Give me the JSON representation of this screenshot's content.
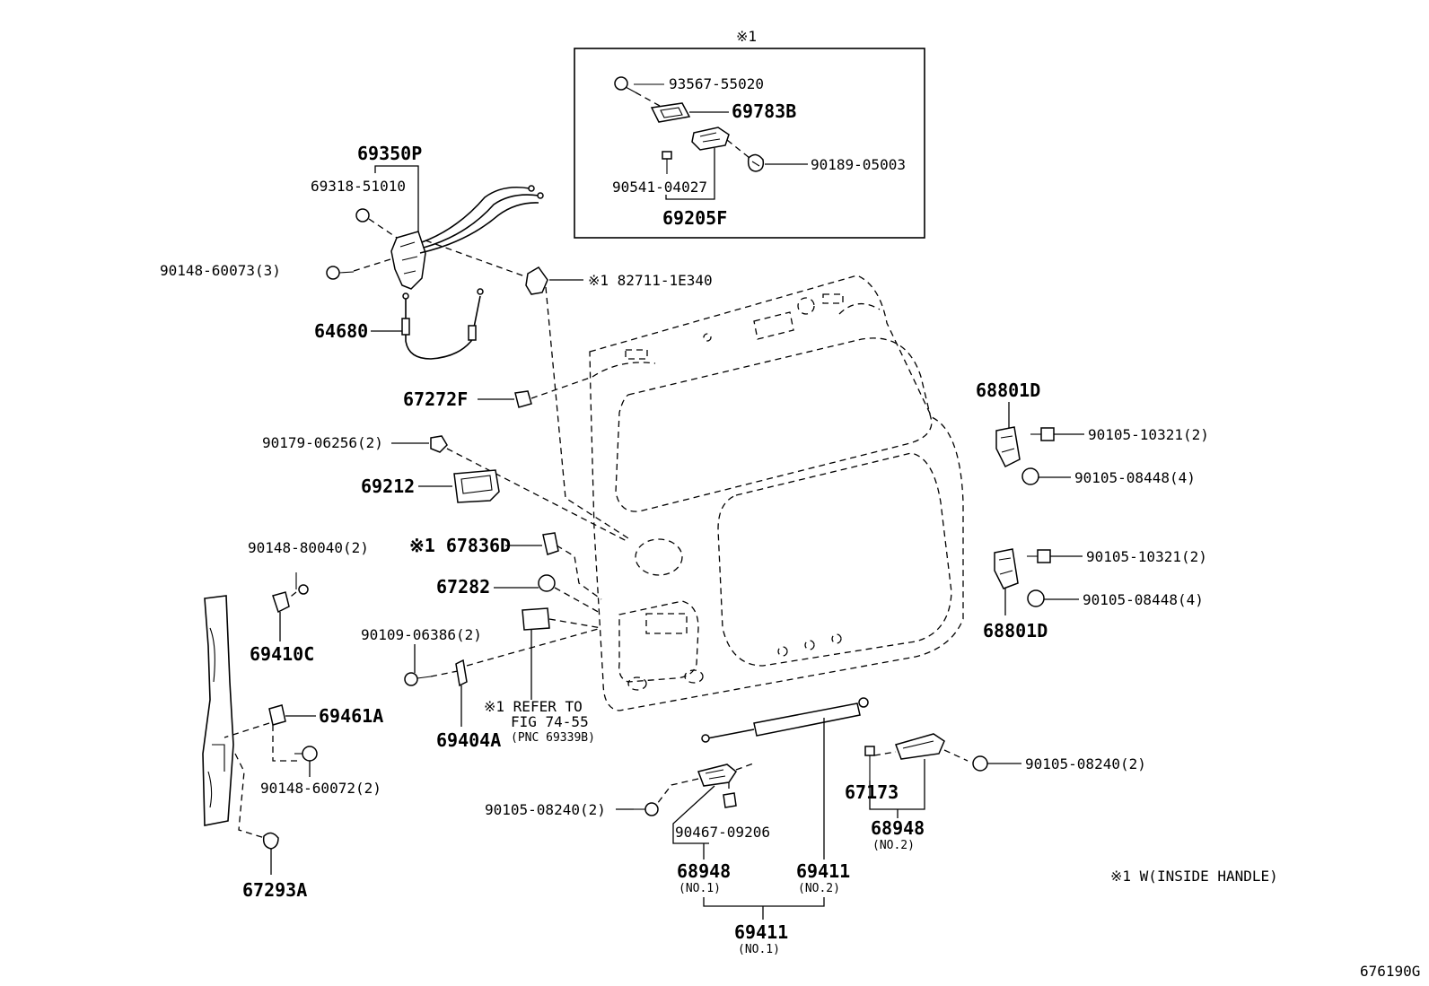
{
  "diagram_id": "676190G",
  "inset": {
    "marker": "※1",
    "parts": {
      "screw": "93567-55020",
      "bezel": "69783B",
      "clip": "90189-05003",
      "screw_small": "90541-04027",
      "handle_assy": "69205F"
    }
  },
  "note": "※1 W(INSIDE HANDLE)",
  "parts": {
    "lock_assy": "69350P",
    "lock_sub": "69318-51010",
    "lock_screw": "90148-60073(3)",
    "cable": "64680",
    "switch": "※1 82711-1E340",
    "cushion": "67272F",
    "handle_nut": "90179-06256(2)",
    "outside_handle": "69212",
    "grommet": "※1 67836D",
    "plug": "67282",
    "refer": "※1 REFER TO",
    "refer_fig": "FIG 74-55",
    "refer_pnc": "(PNC 69339B)",
    "striker_screw": "90109-06386(2)",
    "striker_plate": "69404A",
    "stopper_screw": "90148-80040(2)",
    "stopper": "69410C",
    "lower_stopper": "69461A",
    "lower_screw": "90148-60072(2)",
    "bumper": "67293A",
    "hinge_upper": "68801D",
    "hinge_upper_bolt1": "90105-10321(2)",
    "hinge_upper_bolt2": "90105-08448(4)",
    "hinge_lower_bolt1": "90105-10321(2)",
    "hinge_lower_bolt2": "90105-08448(4)",
    "hinge_lower": "68801D",
    "bracket_bolt_left": "90105-08240(2)",
    "bracket_screw": "90467-09206",
    "bracket_no1": "68948",
    "bracket_no1_sub": "(NO.1)",
    "stay_no2": "69411",
    "stay_no2_sub": "(NO.2)",
    "stay_no1": "69411",
    "stay_no1_sub": "(NO.1)",
    "damper": "67173",
    "bracket_no2": "68948",
    "bracket_no2_sub": "(NO.2)",
    "bracket_bolt_right": "90105-08240(2)"
  }
}
